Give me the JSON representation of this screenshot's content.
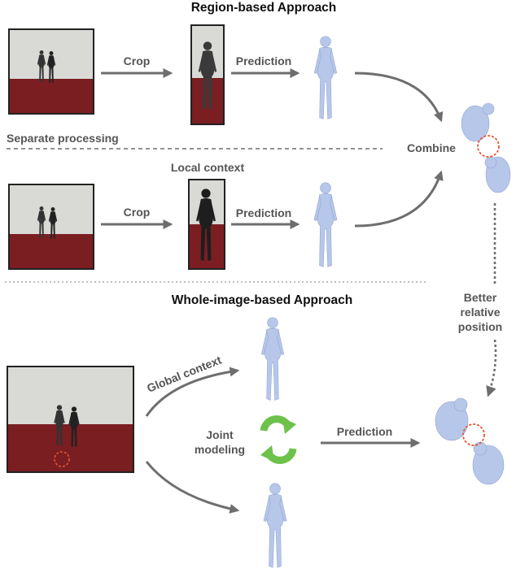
{
  "titles": {
    "top": "Region-based Approach",
    "bottom": "Whole-image-based Approach"
  },
  "labels": {
    "crop_1": "Crop",
    "prediction_1": "Prediction",
    "separate_processing": "Separate processing",
    "combine": "Combine",
    "local_context": "Local context",
    "crop_2": "Crop",
    "prediction_2": "Prediction",
    "better_line1": "Better",
    "better_line2": "relative",
    "better_line3": "position",
    "global_context": "Global context",
    "joint_line1": "Joint",
    "joint_line2": "modeling",
    "prediction_3": "Prediction"
  },
  "colors": {
    "arrow": "#6e6e6e",
    "text": "#555555",
    "title": "#111111",
    "mesh": "#b7c7ea",
    "floor": "#7a1e22",
    "cycle": "#6cc24a",
    "contact": "#e8542e"
  }
}
